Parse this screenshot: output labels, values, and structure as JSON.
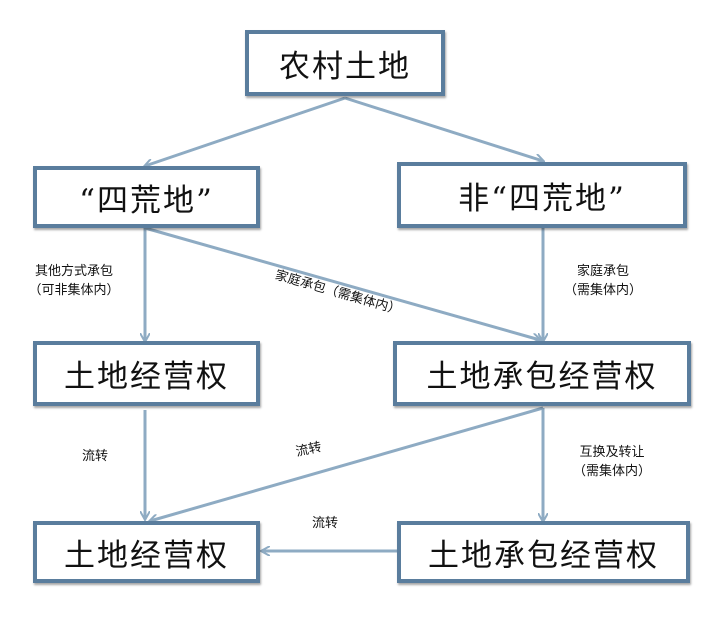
{
  "diagram": {
    "line_color": "#8eabc3",
    "box_border_color": "#5a7d9d",
    "nodes": {
      "root": "农村土地",
      "four_waste_land": "“四荒地”",
      "non_four_waste_land": "非“四荒地”",
      "land_operation_right_top": "土地经营权",
      "land_contract_operation_right_top": "土地承包经营权",
      "land_operation_right_bottom": "土地经营权",
      "land_contract_operation_right_bottom": "土地承包经营权"
    },
    "edge_labels": {
      "other_contracting": {
        "line1": "其他方式承包",
        "line2": "（可非集体内）"
      },
      "family_contracting_diagonal": "家庭承包（需集体内）",
      "family_contracting": {
        "line1": "家庭承包",
        "line2": "（需集体内）"
      },
      "transfer_left": "流转",
      "transfer_diagonal": "流转",
      "exchange_transfer": {
        "line1": "互换及转让",
        "line2": "（需集体内）"
      },
      "transfer_bottom": "流转"
    }
  }
}
